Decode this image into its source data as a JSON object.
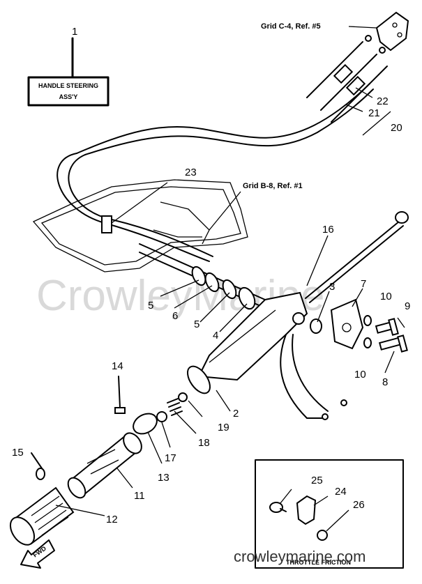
{
  "assembly_label": {
    "line1": "HANDLE STEERING",
    "line2": "ASS'Y"
  },
  "grid_refs": [
    "Grid C-4, Ref. #5",
    "Grid B-8, Ref. #1"
  ],
  "inset_label": "THROTTLE FRICTION",
  "fwd_label": "FWD",
  "watermark": "CrowleyMarine",
  "footer_url": "crowleymarine.com",
  "callouts": {
    "p1": "1",
    "p2": "2",
    "p3": "3",
    "p4": "4",
    "p5a": "5",
    "p5b": "5",
    "p6": "6",
    "p7": "7",
    "p8": "8",
    "p9": "9",
    "p10a": "10",
    "p10b": "10",
    "p11": "11",
    "p12": "12",
    "p13": "13",
    "p14": "14",
    "p15": "15",
    "p16": "16",
    "p17": "17",
    "p18": "18",
    "p19": "19",
    "p20": "20",
    "p21": "21",
    "p22": "22",
    "p23": "23",
    "p24": "24",
    "p25": "25",
    "p26": "26"
  }
}
